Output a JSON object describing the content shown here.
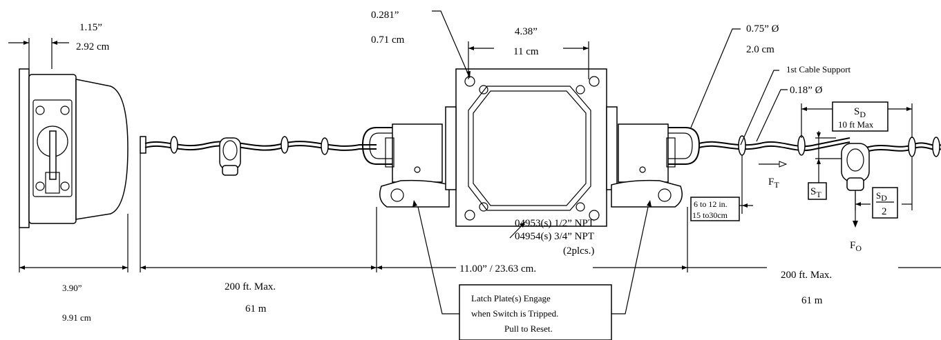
{
  "dims": {
    "side_width_in": "1.15”",
    "side_width_cm": "2.92 cm",
    "hole_in": "0.281”",
    "hole_cm": "0.71 cm",
    "top_width_in": "4.38”",
    "top_width_cm": "11 cm",
    "conduit_in": "0.75” Ø",
    "conduit_cm": "2.0 cm",
    "cable_dia": "0.18” Ø",
    "depth_in": "3.90”",
    "depth_cm": "9.91 cm",
    "span_left_ft": "200 ft. Max.",
    "span_left_m": "61 m",
    "span_right_ft": "200 ft. Max.",
    "span_right_m": "61 m",
    "overall": "11.00” / 23.63 cm.",
    "first_support_line1": "6 to 12 in.",
    "first_support_line2": "15 to30cm"
  },
  "labels": {
    "first_cable_support": "1st Cable Support",
    "sd_base": "S",
    "sd_sub": "D",
    "sd_max": "10 ft Max",
    "ft_base": "F",
    "ft_sub": "T",
    "st_base": "S",
    "st_sub": "T",
    "fo_base": "F",
    "fo_sub": "O",
    "half_denominator": "2",
    "npt_line1": "04953(s) 1/2” NPT",
    "npt_line2": "04954(s) 3/4” NPT",
    "npt_line3": "(2plcs.)",
    "latch_line1": "Latch Plate(s)  Engage",
    "latch_line2": "when Switch is Tripped.",
    "latch_line3": "Pull to Reset."
  }
}
